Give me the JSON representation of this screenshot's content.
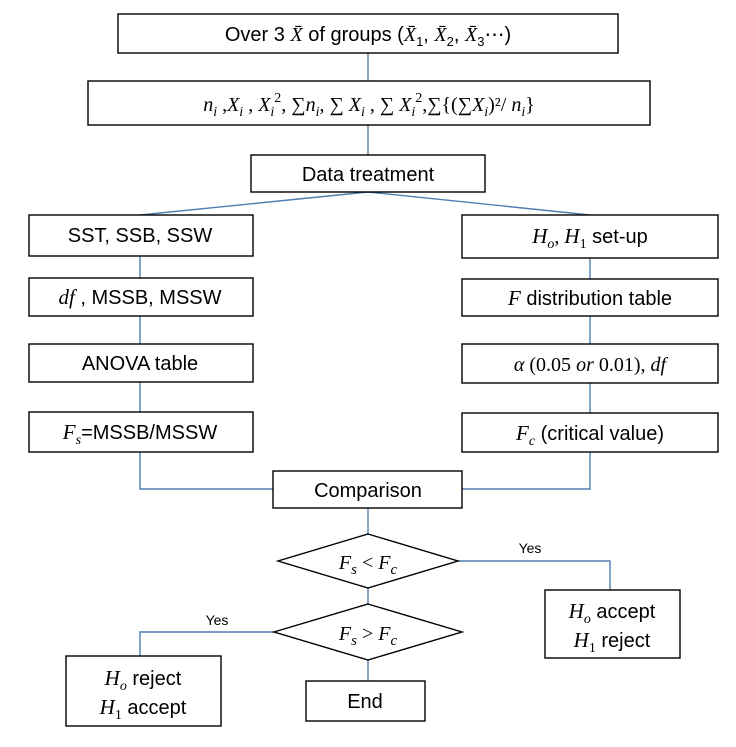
{
  "nodes": {
    "groups": {
      "prefix": "Over 3 ",
      "xbar": "X̄",
      "middle": " of groups (",
      "x1": "X̄",
      "s1": "1",
      "x2": "X̄",
      "s2": "2",
      "x3": "X̄",
      "s3": "3",
      "ellipsis": "⋯)"
    },
    "stats": {
      "n": "n",
      "ni_sub": "i",
      "X": "X",
      "xi_sub": "i",
      "sup2": "2",
      "sum": "∑",
      "open": "∑{(∑",
      "tail": ")²/ ",
      "close": "}"
    },
    "data_treatment": "Data treatment",
    "sst": "SST, SSB, SSW",
    "df_label": "df",
    "df_rest": " , MSSB, MSSW",
    "anova": "ANOVA table",
    "fs": {
      "F": "F",
      "sub": "s",
      "rest": "=MSSB/MSSW"
    },
    "h_setup": {
      "H": "H",
      "sub_o": "o",
      "sub_1": "1",
      "rest": " set-up"
    },
    "f_table": {
      "F": "F",
      "rest": " distribution table"
    },
    "alpha": {
      "a": "α",
      "p1": " (0.05 ",
      "or": "or",
      "p2": " 0.01), ",
      "df": "df"
    },
    "fc": {
      "F": "F",
      "sub": "c",
      "rest": "  (critical value)"
    },
    "comparison": "Comparison",
    "d1": {
      "F": "F",
      "s": "s",
      "op": " < ",
      "c": "c"
    },
    "d2": {
      "F": "F",
      "s": "s",
      "op": " > ",
      "c": "c"
    },
    "accept_box": {
      "H": "H",
      "o": "o",
      "one": "1",
      "line1": " accept",
      "line2": " reject"
    },
    "reject_box": {
      "H": "H",
      "o": "o",
      "one": "1",
      "line1": " reject",
      "line2": " accept"
    },
    "end": "End",
    "yes_right": "Yes",
    "yes_left": "Yes"
  },
  "colors": {
    "connector": "#4f7fb2",
    "border": "#000000",
    "text": "#000000"
  }
}
